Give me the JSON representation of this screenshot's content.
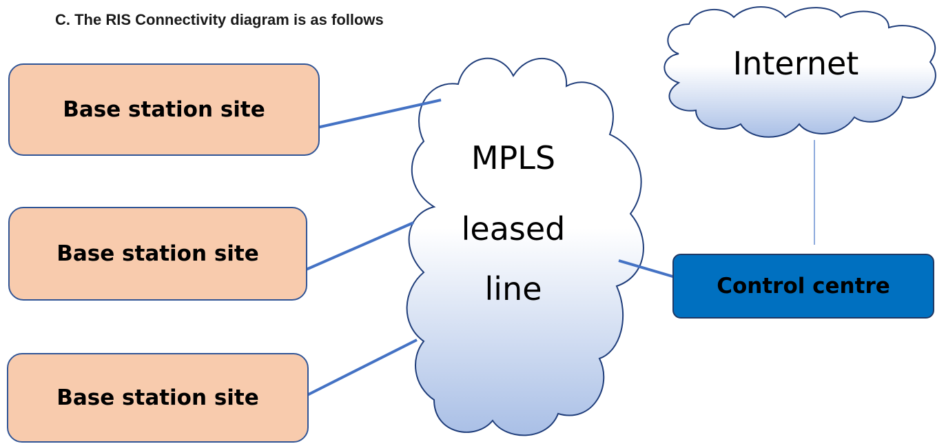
{
  "heading": "C.  The RIS Connectivity diagram is as follows",
  "sites": [
    {
      "label": "Base station site"
    },
    {
      "label": "Base station site"
    },
    {
      "label": "Base station site"
    }
  ],
  "mpls_cloud": {
    "line1": "MPLS",
    "line2": "leased",
    "line3": "line"
  },
  "internet_cloud": {
    "label": "Internet"
  },
  "control_centre": {
    "label": "Control centre"
  },
  "colors": {
    "site_fill": "#f8cbad",
    "site_border": "#2f5496",
    "control_fill": "#0070c0",
    "cloud_top": "#ffffff",
    "cloud_bottom": "#a9bfe6",
    "cloud_outline": "#1f3d7a",
    "connector": "#4472c4"
  }
}
